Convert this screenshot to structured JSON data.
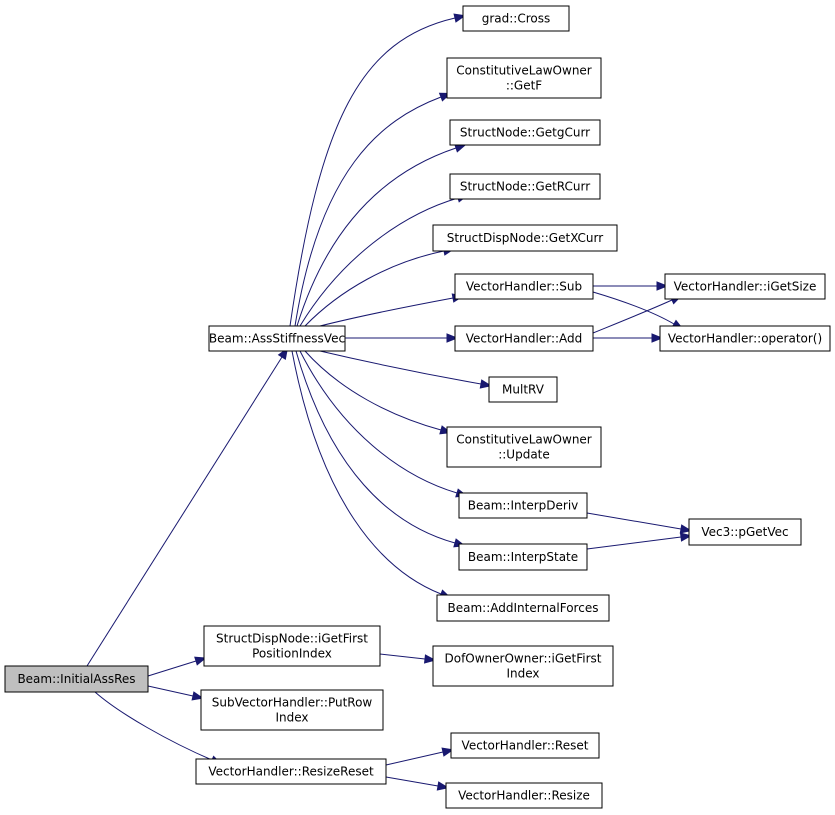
{
  "diagram": {
    "type": "call-graph",
    "edge_color": "#191970",
    "root_fill": "#bfbfbf",
    "nodes": [
      {
        "id": "initialassres",
        "lines": [
          "Beam::InitialAssRes"
        ],
        "root": true
      },
      {
        "id": "assstiffnessvec",
        "lines": [
          "Beam::AssStiffnessVec"
        ]
      },
      {
        "id": "cross",
        "lines": [
          "grad::Cross"
        ]
      },
      {
        "id": "getf",
        "lines": [
          "ConstitutiveLawOwner",
          "::GetF"
        ]
      },
      {
        "id": "getgcurr",
        "lines": [
          "StructNode::GetgCurr"
        ]
      },
      {
        "id": "getrcurr",
        "lines": [
          "StructNode::GetRCurr"
        ]
      },
      {
        "id": "getxcurr",
        "lines": [
          "StructDispNode::GetXCurr"
        ]
      },
      {
        "id": "sub",
        "lines": [
          "VectorHandler::Sub"
        ]
      },
      {
        "id": "add",
        "lines": [
          "VectorHandler::Add"
        ]
      },
      {
        "id": "multrv",
        "lines": [
          "MultRV"
        ]
      },
      {
        "id": "update",
        "lines": [
          "ConstitutiveLawOwner",
          "::Update"
        ]
      },
      {
        "id": "interpderiv",
        "lines": [
          "Beam::InterpDeriv"
        ]
      },
      {
        "id": "interpstate",
        "lines": [
          "Beam::InterpState"
        ]
      },
      {
        "id": "addinternalforces",
        "lines": [
          "Beam::AddInternalForces"
        ]
      },
      {
        "id": "igetsize",
        "lines": [
          "VectorHandler::iGetSize"
        ]
      },
      {
        "id": "operator",
        "lines": [
          "VectorHandler::operator()"
        ]
      },
      {
        "id": "pgetvec",
        "lines": [
          "Vec3::pGetVec"
        ]
      },
      {
        "id": "igetfirstpositionindex",
        "lines": [
          "StructDispNode::iGetFirst",
          "PositionIndex"
        ]
      },
      {
        "id": "igetfirstindex",
        "lines": [
          "DofOwnerOwner::iGetFirst",
          "Index"
        ]
      },
      {
        "id": "putrowindex",
        "lines": [
          "SubVectorHandler::PutRow",
          "Index"
        ]
      },
      {
        "id": "resizereset",
        "lines": [
          "VectorHandler::ResizeReset"
        ]
      },
      {
        "id": "reset",
        "lines": [
          "VectorHandler::Reset"
        ]
      },
      {
        "id": "resize",
        "lines": [
          "VectorHandler::Resize"
        ]
      }
    ],
    "edges": [
      {
        "from": "initialassres",
        "to": "assstiffnessvec"
      },
      {
        "from": "initialassres",
        "to": "igetfirstpositionindex"
      },
      {
        "from": "initialassres",
        "to": "putrowindex"
      },
      {
        "from": "initialassres",
        "to": "resizereset"
      },
      {
        "from": "assstiffnessvec",
        "to": "cross"
      },
      {
        "from": "assstiffnessvec",
        "to": "getf"
      },
      {
        "from": "assstiffnessvec",
        "to": "getgcurr"
      },
      {
        "from": "assstiffnessvec",
        "to": "getrcurr"
      },
      {
        "from": "assstiffnessvec",
        "to": "getxcurr"
      },
      {
        "from": "assstiffnessvec",
        "to": "sub"
      },
      {
        "from": "assstiffnessvec",
        "to": "add"
      },
      {
        "from": "assstiffnessvec",
        "to": "multrv"
      },
      {
        "from": "assstiffnessvec",
        "to": "update"
      },
      {
        "from": "assstiffnessvec",
        "to": "interpderiv"
      },
      {
        "from": "assstiffnessvec",
        "to": "interpstate"
      },
      {
        "from": "assstiffnessvec",
        "to": "addinternalforces"
      },
      {
        "from": "sub",
        "to": "igetsize"
      },
      {
        "from": "sub",
        "to": "operator"
      },
      {
        "from": "add",
        "to": "igetsize"
      },
      {
        "from": "add",
        "to": "operator"
      },
      {
        "from": "interpderiv",
        "to": "pgetvec"
      },
      {
        "from": "interpstate",
        "to": "pgetvec"
      },
      {
        "from": "igetfirstpositionindex",
        "to": "igetfirstindex"
      },
      {
        "from": "resizereset",
        "to": "reset"
      },
      {
        "from": "resizereset",
        "to": "resize"
      }
    ]
  }
}
